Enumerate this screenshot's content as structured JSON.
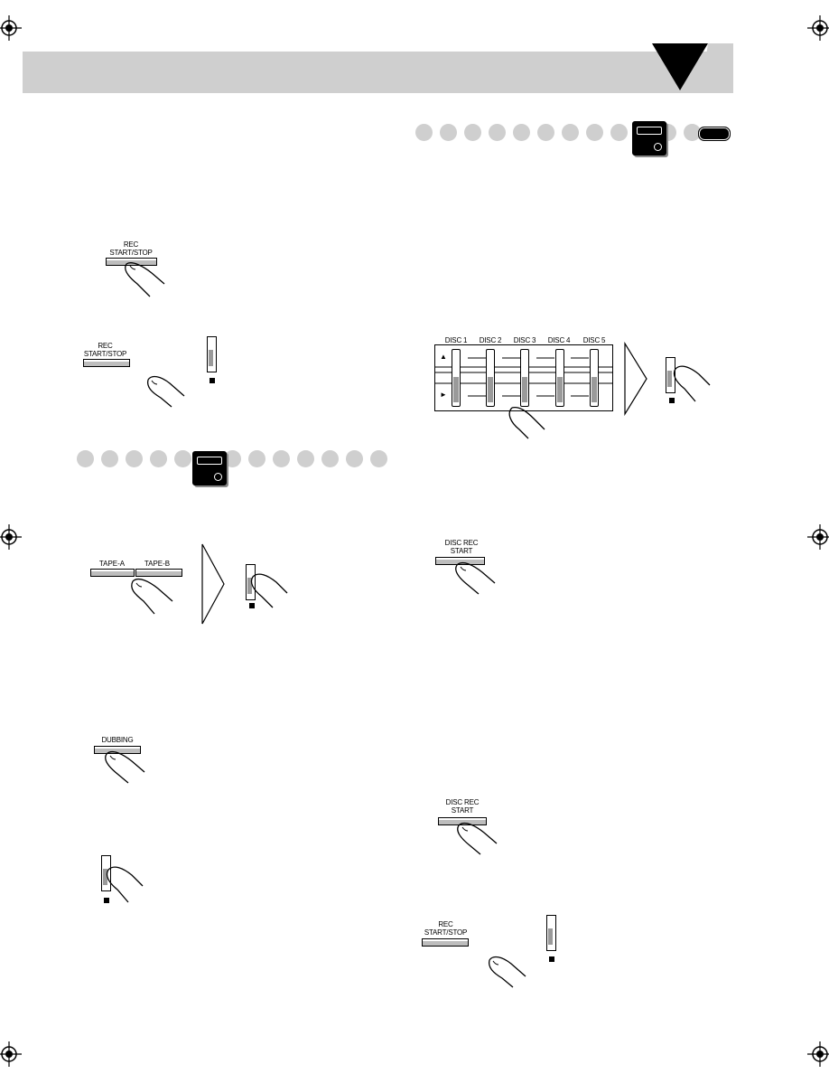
{
  "labels": {
    "rec_start_stop_line1": "REC",
    "rec_start_stop_line2": "START/STOP",
    "tape_a": "TAPE-A",
    "tape_b": "TAPE-B",
    "dubbing": "DUBBING",
    "disc_rec_start_line1": "DISC REC",
    "disc_rec_start_line2": "START",
    "discs": [
      "DISC 1",
      "DISC 2",
      "DISC 3",
      "DISC 4",
      "DISC 5"
    ],
    "eject_symbol": "▲",
    "play_symbol": "►"
  },
  "icons": {
    "registration": "crosshair-registration-mark",
    "finger": "pressing-finger-icon",
    "remote": "remote-control-icon",
    "arrow": "large-right-arrow-icon",
    "stop": "stop-square-icon"
  },
  "colors": {
    "band": "#cfcfcf",
    "dot": "#cfcfcf",
    "ink": "#000000"
  }
}
